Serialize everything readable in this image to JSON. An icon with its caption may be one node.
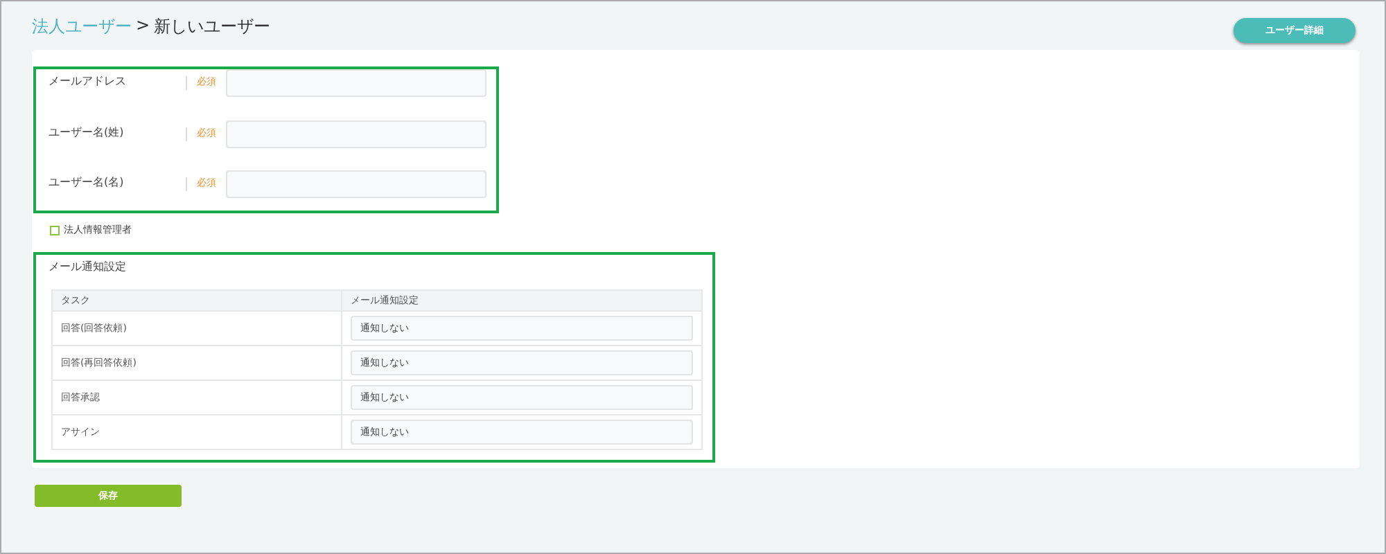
{
  "diagram": {
    "labels": [
      "法人ユーザー",
      ">",
      "新しいユーザー",
      "ユーザー詳細",
      "メールアドレス",
      "必須",
      "ユーザー名(姓)",
      "必須",
      "ユーザー名(名)",
      "必須",
      "法人情報管理者",
      "メール通知設定",
      "タスク",
      "メール通知設定",
      "回答(回答依頼)",
      "通知しない",
      "回答(再回答依頼)",
      "通知しない",
      "回答承認",
      "通知しない",
      "アサイン",
      "通知しない",
      "保存"
    ]
  }
}
